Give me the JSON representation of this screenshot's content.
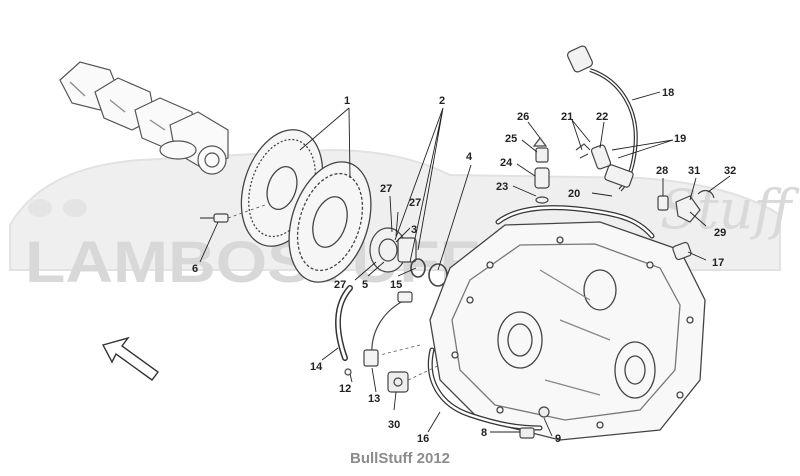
{
  "watermark": {
    "brand_text": "LAMBOSTUFF.COM",
    "script_text": "Stuff"
  },
  "footer": {
    "credit": "BullStuff 2012"
  },
  "callouts": [
    {
      "id": "c1",
      "label": "1"
    },
    {
      "id": "c2",
      "label": "2"
    },
    {
      "id": "c3",
      "label": "3"
    },
    {
      "id": "c4",
      "label": "4"
    },
    {
      "id": "c5",
      "label": "5"
    },
    {
      "id": "c6",
      "label": "6"
    },
    {
      "id": "c8",
      "label": "8"
    },
    {
      "id": "c9",
      "label": "9"
    },
    {
      "id": "c12",
      "label": "12"
    },
    {
      "id": "c13",
      "label": "13"
    },
    {
      "id": "c14",
      "label": "14"
    },
    {
      "id": "c15",
      "label": "15"
    },
    {
      "id": "c16",
      "label": "16"
    },
    {
      "id": "c17",
      "label": "17"
    },
    {
      "id": "c18",
      "label": "18"
    },
    {
      "id": "c19",
      "label": "19"
    },
    {
      "id": "c20",
      "label": "20"
    },
    {
      "id": "c21",
      "label": "21"
    },
    {
      "id": "c22",
      "label": "22"
    },
    {
      "id": "c23",
      "label": "23"
    },
    {
      "id": "c24",
      "label": "24"
    },
    {
      "id": "c25",
      "label": "25"
    },
    {
      "id": "c26",
      "label": "26"
    },
    {
      "id": "c27a",
      "label": "27"
    },
    {
      "id": "c27b",
      "label": "27"
    },
    {
      "id": "c27c",
      "label": "27"
    },
    {
      "id": "c28",
      "label": "28"
    },
    {
      "id": "c29",
      "label": "29"
    },
    {
      "id": "c30",
      "label": "30"
    },
    {
      "id": "c31",
      "label": "31"
    },
    {
      "id": "c32",
      "label": "32"
    }
  ]
}
